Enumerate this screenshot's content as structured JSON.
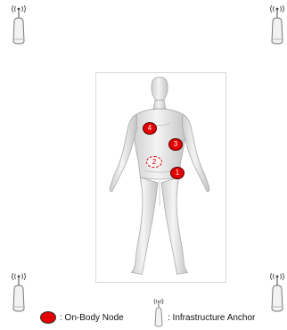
{
  "nodes": [
    {
      "number": "1",
      "style": "solid"
    },
    {
      "number": "2",
      "style": "dashed"
    },
    {
      "number": "3",
      "style": "solid"
    },
    {
      "number": "4",
      "style": "solid"
    }
  ],
  "legend": {
    "node_label": ": On-Body Node",
    "anchor_label": ": Infrastructure Anchor"
  },
  "colors": {
    "node_fill": "#e30000",
    "anchor_body": "#f2f2f2",
    "figure": "#e9e9e9"
  },
  "icons": {
    "anchor": "wifi-antenna-icon"
  }
}
